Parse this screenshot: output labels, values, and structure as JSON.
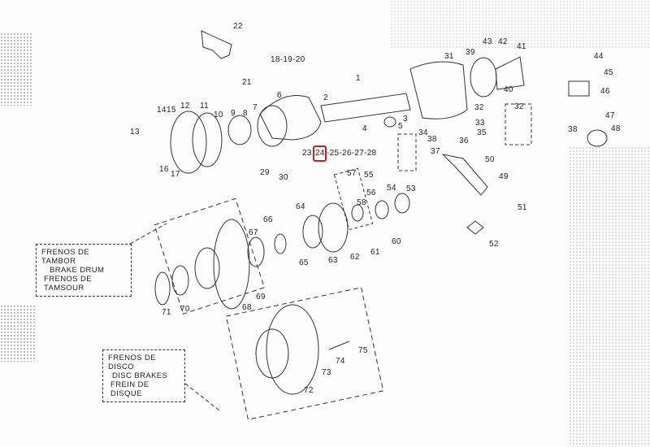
{
  "diagram": {
    "highlight_color": "#d31b1b",
    "highlighted_part": "24",
    "part_labels": [
      "22",
      "18-19-20",
      "21",
      "1",
      "2",
      "3",
      "4",
      "5",
      "6",
      "7",
      "8",
      "9",
      "10",
      "11",
      "12",
      "13",
      "14",
      "15",
      "16",
      "17",
      "23",
      "24",
      "-25-26-27-28",
      "29",
      "30",
      "31",
      "32",
      "32",
      "33",
      "34",
      "35",
      "36",
      "37",
      "38",
      "38",
      "39",
      "40",
      "41",
      "42",
      "43",
      "44",
      "45",
      "46",
      "47",
      "48",
      "49",
      "50",
      "51",
      "52",
      "53",
      "54",
      "55",
      "56",
      "57",
      "58",
      "60",
      "61",
      "62",
      "63",
      "64",
      "65",
      "66",
      "67",
      "68",
      "69",
      "70",
      "71",
      "72",
      "73",
      "74",
      "75"
    ],
    "notes": {
      "drum": [
        "FRENOS DE TAMBOR",
        "BRAKE DRUM",
        "FRENOS DE TAMSOUR"
      ],
      "disc": [
        "FRENOS DE DISCO",
        "DISC BRAKES",
        "FREIN DE DISQUE"
      ]
    }
  }
}
